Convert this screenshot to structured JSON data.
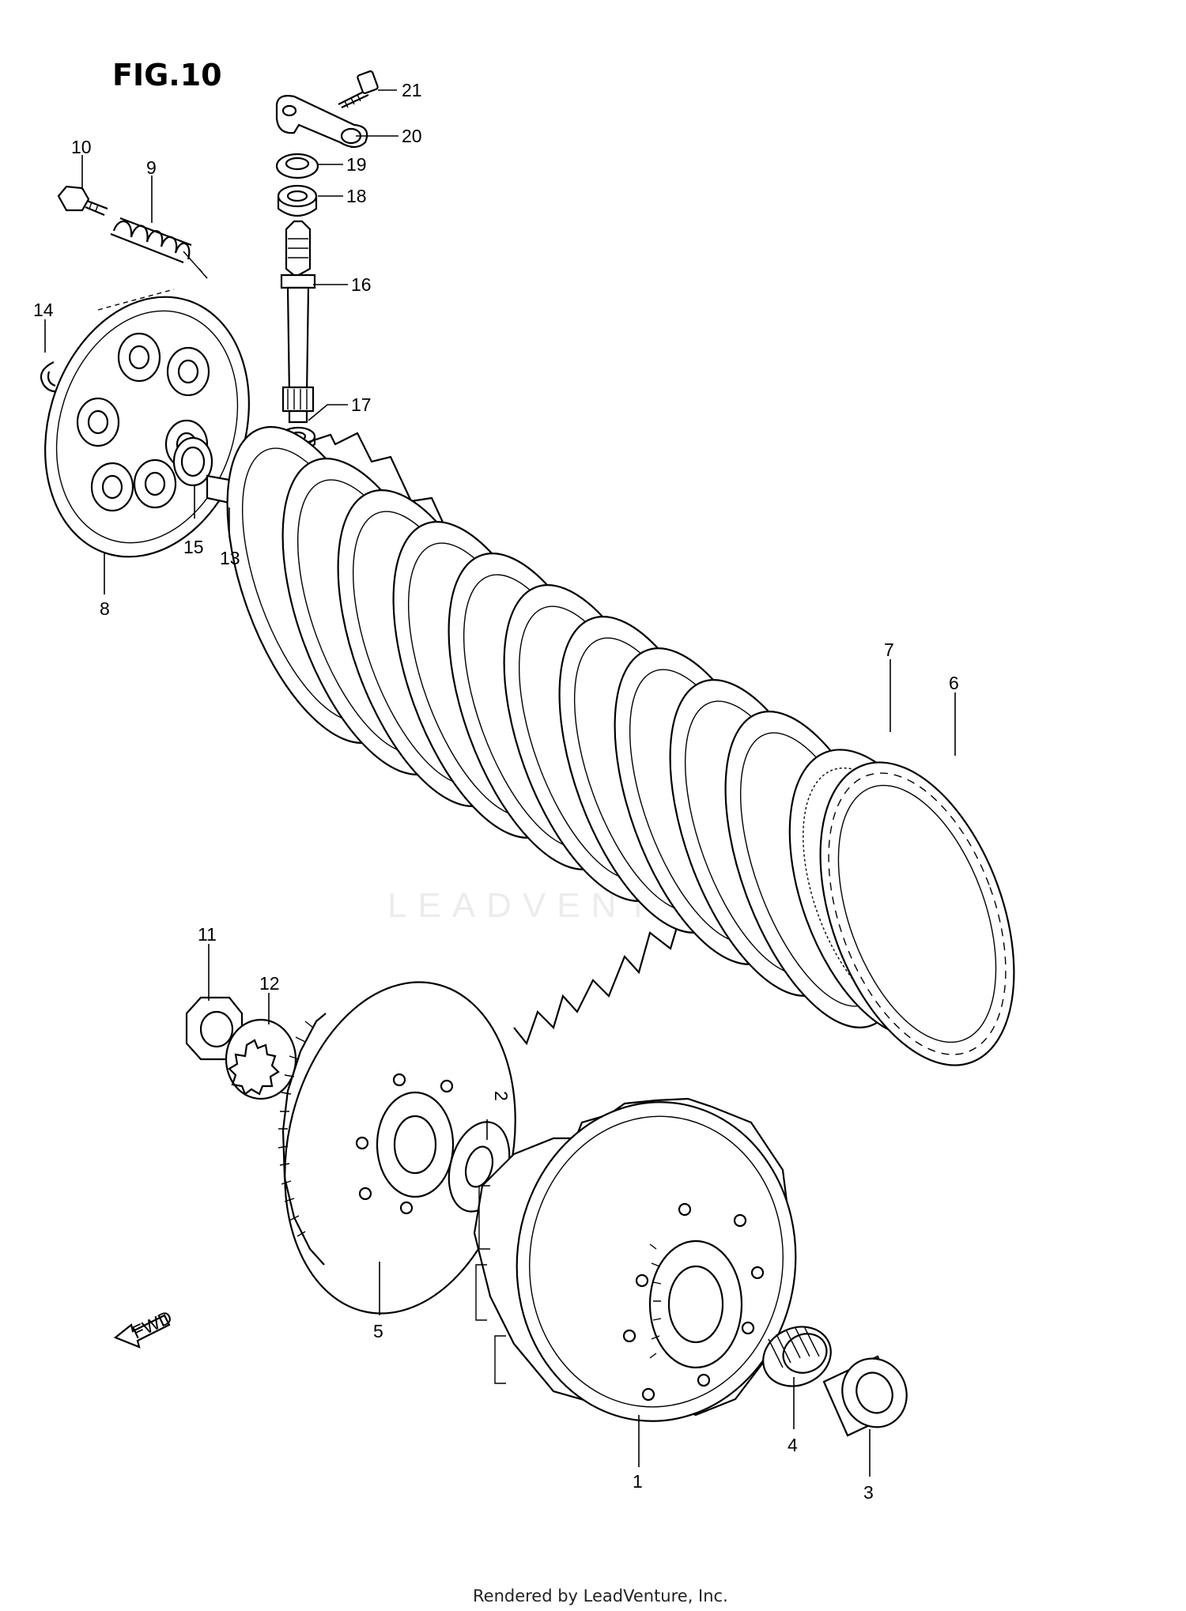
{
  "figure_title": "FIG.10",
  "watermark": "LEADVENTURE",
  "footer": "Rendered by LeadVenture, Inc.",
  "fwd_label": "FWD",
  "callouts": {
    "p1": "1",
    "p2": "2",
    "p3": "3",
    "p4": "4",
    "p5": "5",
    "p6": "6",
    "p7": "7",
    "p8": "8",
    "p9": "9",
    "p10": "10",
    "p11": "11",
    "p12": "12",
    "p13": "13",
    "p14": "14",
    "p15": "15",
    "p16": "16",
    "p17": "17",
    "p18": "18",
    "p19": "19",
    "p20": "20",
    "p21": "21"
  }
}
